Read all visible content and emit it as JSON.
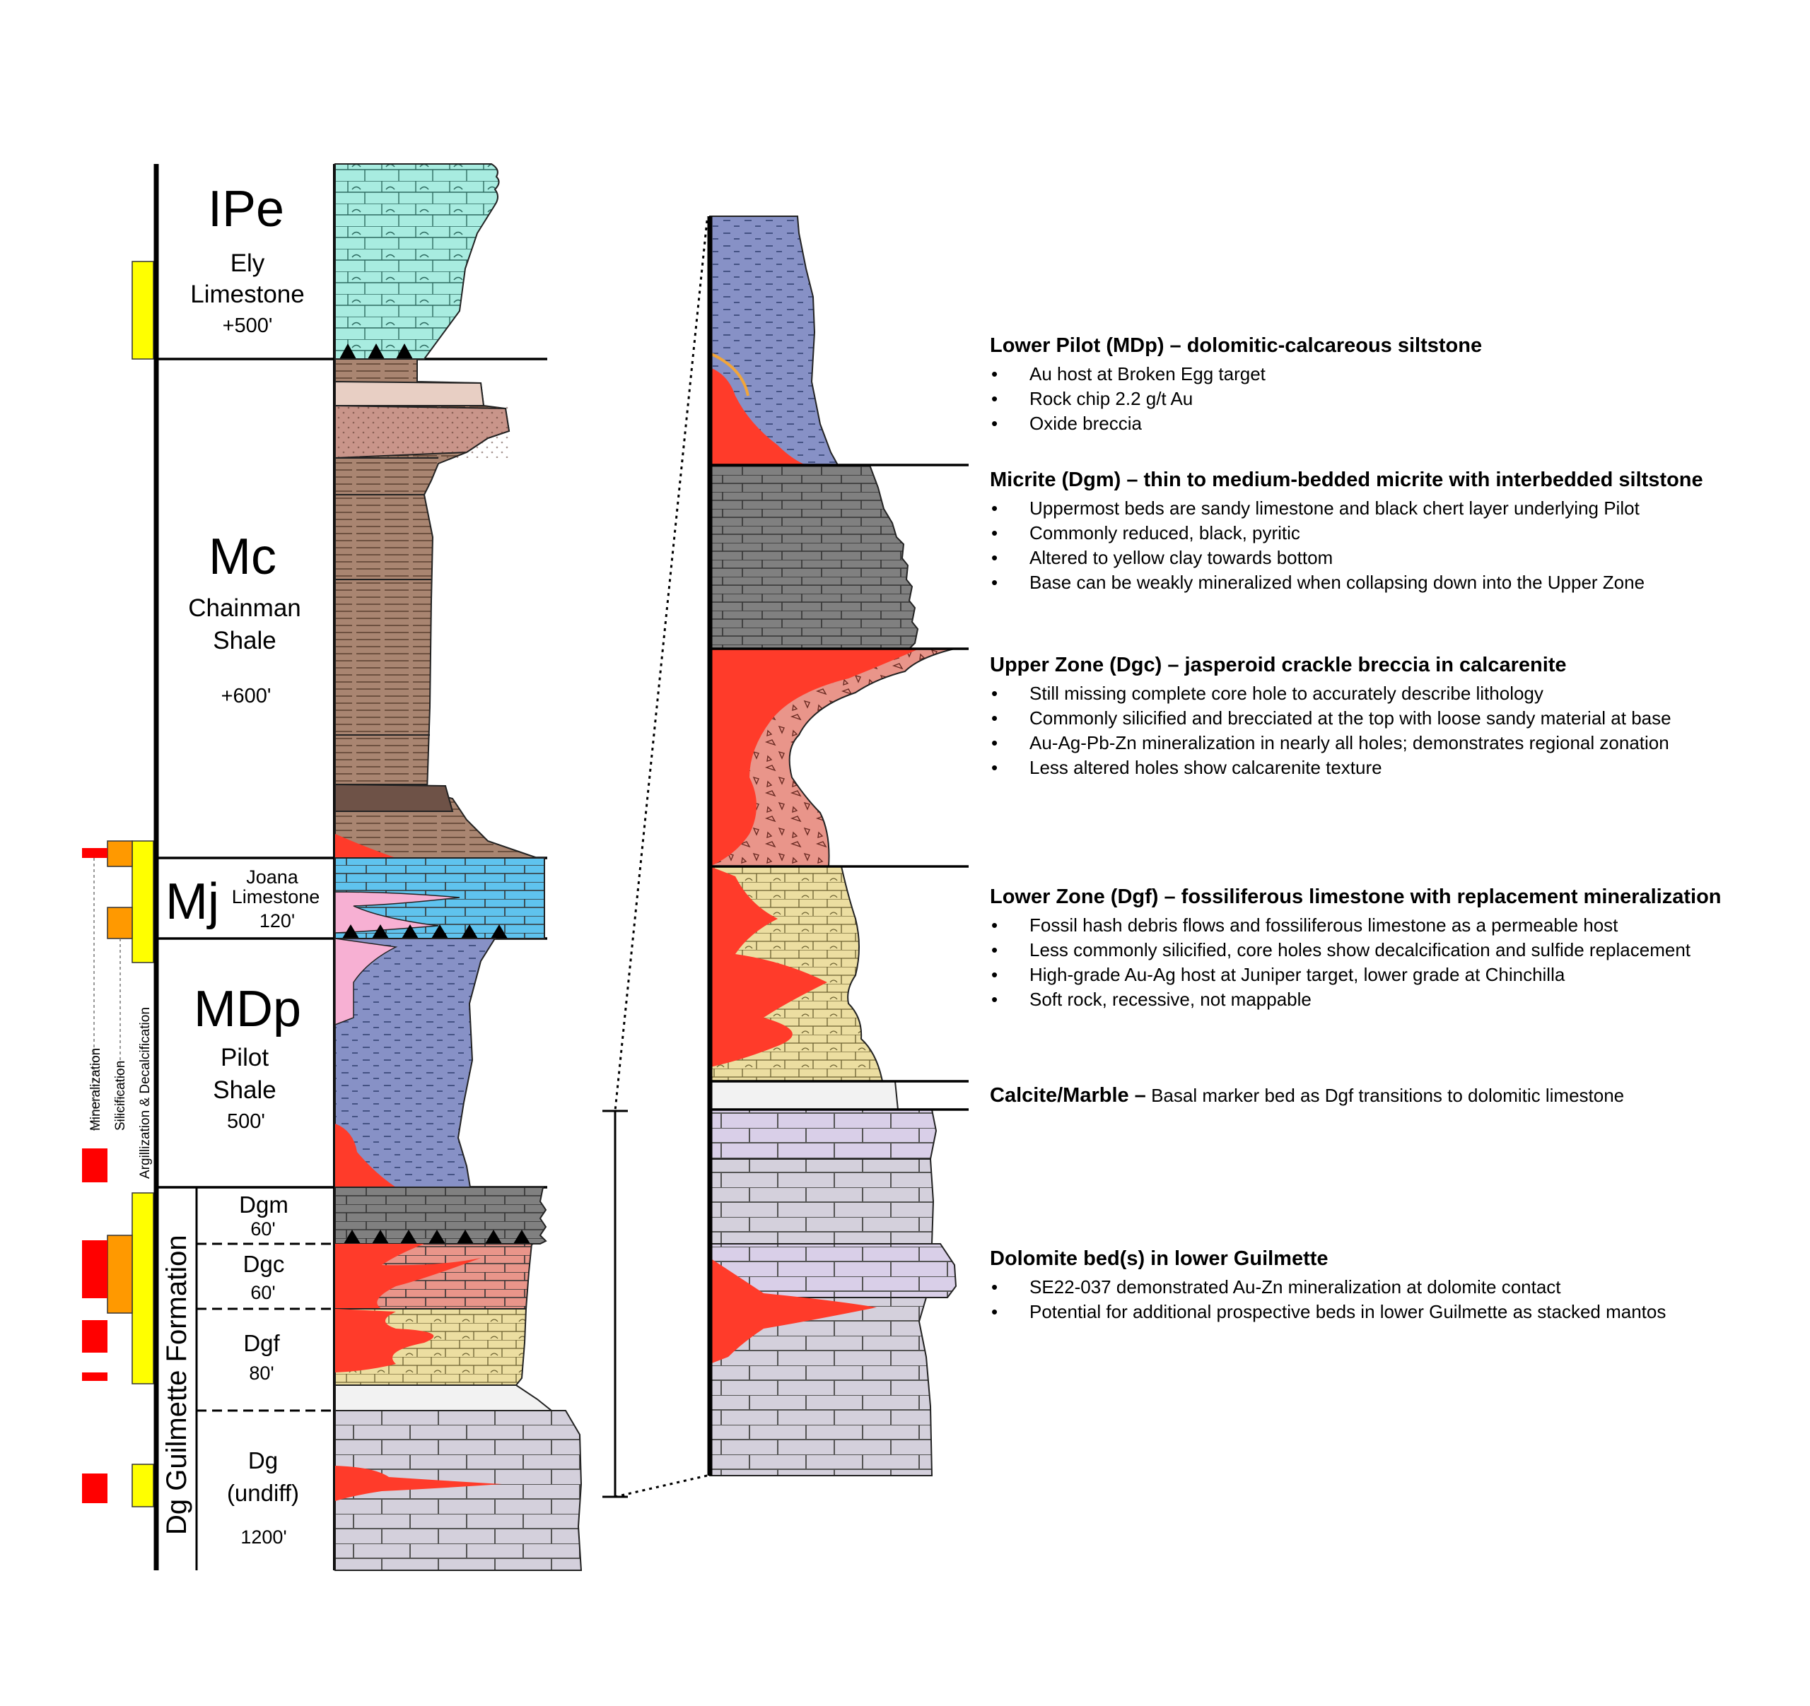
{
  "units": [
    {
      "code": "IPe",
      "name1": "Ely",
      "name2": "Limestone",
      "thickness": "+500'"
    },
    {
      "code": "Mc",
      "name1": "Chainman",
      "name2": "Shale",
      "thickness": "+600'"
    },
    {
      "code": "Mj",
      "name1": "Joana",
      "name2": "Limestone",
      "thickness": "120'"
    },
    {
      "code": "MDp",
      "name1": "Pilot",
      "name2": "Shale",
      "thickness": "500'"
    }
  ],
  "guilmette": {
    "formation_label": "Dg Guilmette Formation",
    "members": [
      {
        "code": "Dgm",
        "thickness": "60'"
      },
      {
        "code": "Dgc",
        "thickness": "60'"
      },
      {
        "code": "Dgf",
        "thickness": "80'"
      },
      {
        "code": "Dg",
        "name": "(undiff)",
        "thickness": "1200'"
      }
    ]
  },
  "alteration_labels": {
    "mineralization": "Mineralization",
    "silicification": "Silicification",
    "argillization": "Argillization & Decalcification"
  },
  "colors": {
    "mineralization": "#ff0000",
    "silicification": "#ff9900",
    "argillization": "#ffff00",
    "ely": "#a8ece0",
    "chainman": "#a98571",
    "joana": "#5fc3ee",
    "pilot": "#8791c6",
    "micrite": "#808080",
    "jasperoid": "#e9958a",
    "fossil_ls": "#ecdea1",
    "marble": "#f2f2f2",
    "dolomite": "#d9cfe8",
    "guilmette": "#d4d0dc"
  },
  "descriptions": [
    {
      "title": "Lower Pilot (MDp) – dolomitic-calcareous siltstone",
      "bullets": [
        "Au host at Broken Egg target",
        "Rock chip 2.2 g/t Au",
        "Oxide breccia"
      ]
    },
    {
      "title": "Micrite (Dgm) – thin to medium-bedded micrite with interbedded siltstone",
      "bullets": [
        "Uppermost beds are sandy limestone and black chert layer underlying Pilot",
        "Commonly reduced, black, pyritic",
        "Altered to yellow clay towards bottom",
        "Base can be weakly mineralized when collapsing down into the Upper Zone"
      ]
    },
    {
      "title": "Upper Zone (Dgc) – jasperoid crackle breccia in calcarenite",
      "bullets": [
        "Still missing complete core hole to accurately describe lithology",
        "Commonly silicified and brecciated at the top with loose sandy material at base",
        "Au-Ag-Pb-Zn mineralization in nearly all holes; demonstrates regional zonation",
        "Less altered holes show calcarenite texture"
      ]
    },
    {
      "title": "Lower Zone (Dgf) – fossiliferous limestone with replacement mineralization",
      "bullets": [
        "Fossil hash debris flows and fossiliferous limestone as a permeable host",
        "Less commonly silicified, core holes show decalcification and sulfide replacement",
        "High-grade Au-Ag host at Juniper target, lower grade at Chinchilla",
        "Soft rock, recessive, not mappable"
      ]
    },
    {
      "title": "Calcite/Marble –",
      "text": "Basal marker bed as Dgf transitions to dolomitic limestone"
    },
    {
      "title": "Dolomite bed(s) in lower Guilmette",
      "bullets": [
        "SE22-037 demonstrated Au-Zn mineralization at dolomite contact",
        "Potential for additional prospective beds in lower Guilmette as stacked mantos"
      ]
    }
  ]
}
